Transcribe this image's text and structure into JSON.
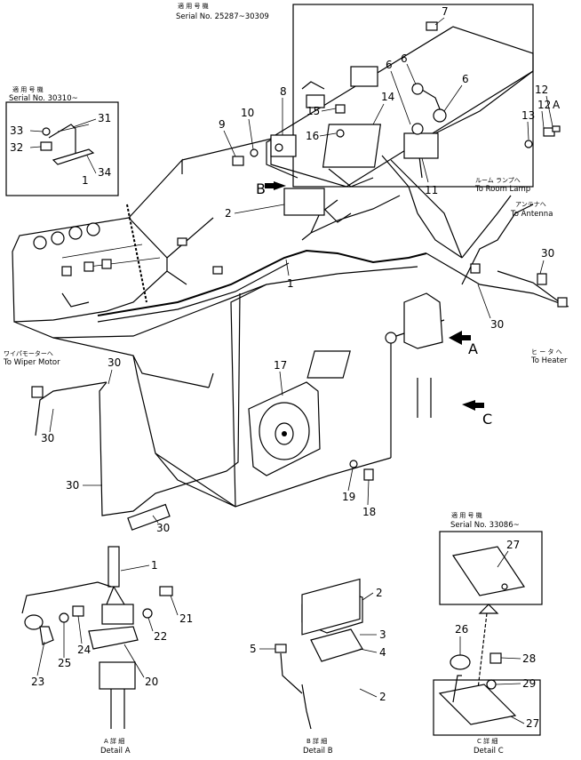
{
  "captions": {
    "serial_top_jp": "適 用 号 機",
    "serial_top": "Serial No. 25287~30309",
    "serial_left_jp": "適 用 号 機",
    "serial_left": "Serial No. 30310~",
    "serial_c_jp": "適 用 号 機",
    "serial_c": "Serial No. 33086~",
    "room_lamp_jp": "ルーム ランプへ",
    "room_lamp": "To Room Lamp",
    "antenna_jp": "アンテナへ",
    "antenna": "To Antenna",
    "heater_jp": "ヒ ー タ ヘ",
    "heater": "To Heater",
    "wiper_jp": "ワイパモーターへ",
    "wiper": "To Wiper Motor",
    "detail_a_jp": "A 詳 細",
    "detail_a": "Detail A",
    "detail_b_jp": "B 詳 細",
    "detail_b": "Detail B",
    "detail_c_jp": "C 詳 細",
    "detail_c": "Detail C"
  },
  "letters": {
    "a": "A",
    "b": "B",
    "c": "C"
  },
  "callouts": {
    "n1": "1",
    "n1b": "1",
    "n1c": "1",
    "n2": "2",
    "n2b": "2",
    "n2c": "2",
    "n3": "3",
    "n4": "4",
    "n5": "5",
    "n6a": "6",
    "n6b": "6",
    "n6c": "6",
    "n7": "7",
    "n8": "8",
    "n9": "9",
    "n10": "10",
    "n11": "11",
    "n12": "12",
    "n12a": "12",
    "n12a_suffix": "A",
    "n13": "13",
    "n14": "14",
    "n15": "15",
    "n16": "16",
    "n17": "17",
    "n18": "18",
    "n19": "19",
    "n20": "20",
    "n21": "21",
    "n22": "22",
    "n23": "23",
    "n24": "24",
    "n25": "25",
    "n26": "26",
    "n27a": "27",
    "n27b": "27",
    "n28": "28",
    "n29": "29",
    "n30a": "30",
    "n30b": "30",
    "n30c": "30",
    "n30d": "30",
    "n30e": "30",
    "n30f": "30",
    "n31": "31",
    "n32": "32",
    "n33": "33",
    "n34": "34"
  }
}
